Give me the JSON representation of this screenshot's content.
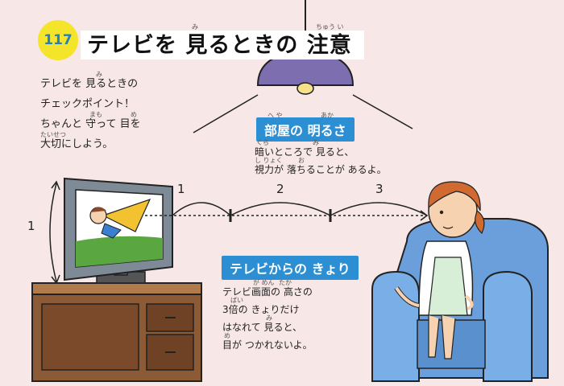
{
  "header": {
    "page_number": "117",
    "title": "テレビを 見るときの 注意",
    "ruby": {
      "mi": "み",
      "chuui": "ちゅう い"
    }
  },
  "intro": {
    "lines": [
      "テレビを 見るときの",
      "チェックポイント！",
      "ちゃんと 守って 目を",
      "大切にしよう。"
    ],
    "ruby": {
      "mi": "み",
      "mamo": "まも",
      "me": "め",
      "taisetsu": "たいせつ"
    }
  },
  "room_brightness": {
    "label": "部屋の 明るさ",
    "ruby": {
      "heya": "へ や",
      "aka": "あか"
    },
    "lines": [
      "暗いところで 見ると、",
      "視力が 落ちることが あるよ。"
    ],
    "line_ruby": {
      "kura": "くら",
      "mi": "み",
      "shiryoku": "し りょく",
      "o": "お"
    }
  },
  "tv_distance": {
    "label": "テレビからの きょり",
    "lines": [
      "テレビ画面の 高さの",
      "3倍の きょりだけ",
      "はなれて 見ると、",
      "目が つかれないよ。"
    ],
    "line_ruby": {
      "gamen": "が めん",
      "taka": "たか",
      "bai": "ばい",
      "mi": "み",
      "me": "め"
    }
  },
  "measure": {
    "screen_height": "1",
    "distance_marks": [
      "1",
      "2",
      "3"
    ]
  },
  "colors": {
    "background": "#f7e7e7",
    "badge": "#f4e52a",
    "label_blue": "#2c8fd4",
    "sofa": "#6a9fdc",
    "tv_stand": "#8c5a35",
    "lamp": "#7d6eb0"
  }
}
